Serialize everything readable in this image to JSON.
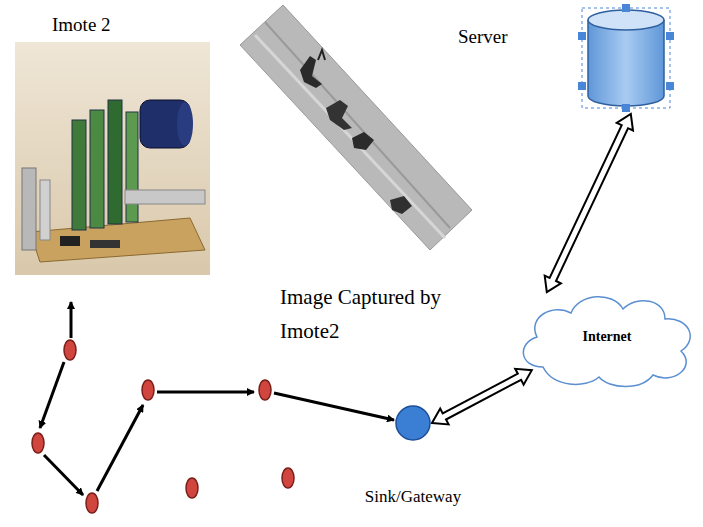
{
  "diagram": {
    "nodes": [
      {
        "text": [
          "Server"
        ]
      },
      {
        "text": [
          "Internet"
        ]
      },
      {
        "text": [
          "Sink/Gateway"
        ]
      }
    ],
    "edges": [
      {
        "from": 2,
        "to": 1,
        "arrow": "both"
      },
      {
        "from": 1,
        "to": 0,
        "arrow": "both"
      }
    ],
    "labels": [
      "Imote 2",
      "Image Captured by Imote2"
    ]
  }
}
